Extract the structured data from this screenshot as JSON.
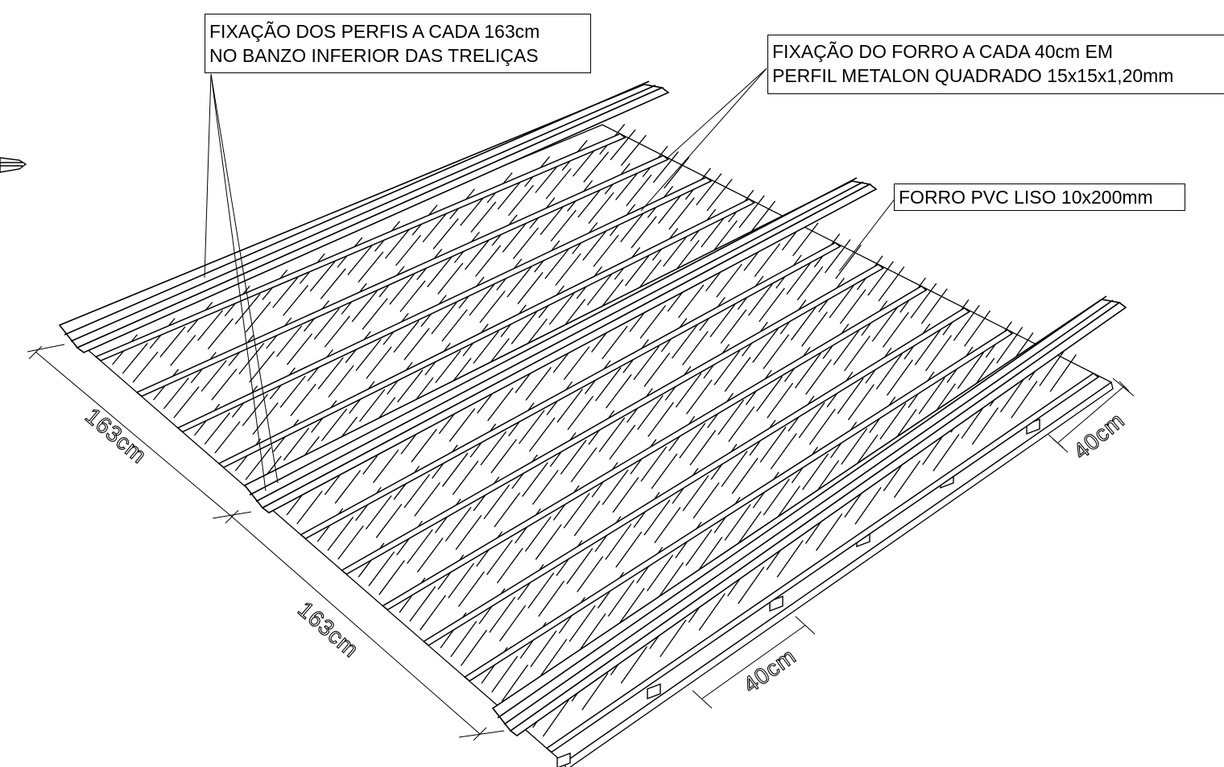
{
  "labels": {
    "perfis": {
      "line1": "FIXAÇÃO DOS PERFIS A CADA 163cm",
      "line2": "NO BANZO INFERIOR DAS TRELIÇAS"
    },
    "forro": {
      "line1": "FIXAÇÃO DO FORRO A CADA 40cm EM",
      "line2": "PERFIL METALON QUADRADO 15x15x1,20mm"
    },
    "pvc": "FORRO PVC LISO 10x200mm"
  },
  "dimensions": {
    "span_upper": "163cm",
    "span_lower": "163cm",
    "spacing_right": "40cm",
    "spacing_bottom": "40cm"
  },
  "colors": {
    "line": "#000000",
    "background": "#ffffff"
  }
}
